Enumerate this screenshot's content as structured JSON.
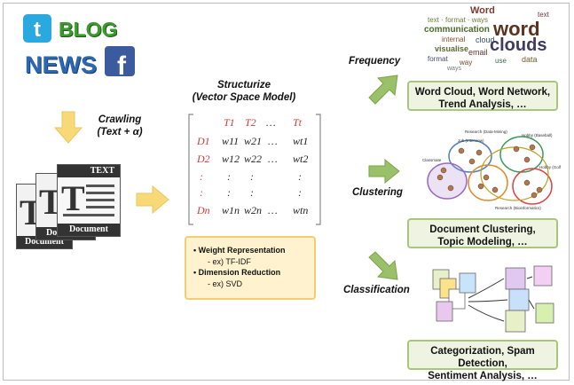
{
  "sources": {
    "blog": "BLOG",
    "news": "NEWS"
  },
  "crawling": {
    "line1": "Crawling",
    "line2": "(Text + α)"
  },
  "documents": {
    "text_tag": "TEXT",
    "labels": [
      "Document",
      "Document",
      "Document"
    ]
  },
  "structurize": {
    "line1": "Structurize",
    "line2": "(Vector Space Model)"
  },
  "matrix": {
    "header": [
      "T1",
      "T2",
      "…",
      "Tt"
    ],
    "rows": [
      {
        "label": "D1",
        "cells": [
          "w11",
          "w21",
          "…",
          "wt1"
        ]
      },
      {
        "label": "D2",
        "cells": [
          "w12",
          "w22",
          "…",
          "wt2"
        ]
      },
      {
        "label": ":",
        "cells": [
          ":",
          ":",
          "",
          ":"
        ]
      },
      {
        "label": ":",
        "cells": [
          ":",
          ":",
          "",
          ":"
        ]
      },
      {
        "label": "Dn",
        "cells": [
          "w1n",
          "w2n",
          "…",
          "wtn"
        ]
      }
    ]
  },
  "processing": {
    "items": [
      {
        "title": "Weight Representation",
        "example": "- ex) TF-IDF"
      },
      {
        "title": "Dimension Reduction",
        "example": "- ex) SVD"
      }
    ]
  },
  "outputs": [
    {
      "label": "Frequency",
      "result": [
        "Word Cloud, Word Network,",
        "Trend Analysis, …"
      ]
    },
    {
      "label": "Clustering",
      "result": [
        "Document Clustering,",
        "Topic Modeling, …"
      ]
    },
    {
      "label": "Classification",
      "result": [
        "Categorization, Spam Detection,",
        "Sentiment Analysis, …"
      ]
    }
  ],
  "wordcloud": {
    "words": [
      "Word",
      "clouds",
      "communication",
      "word",
      "internal",
      "visualise",
      "cloud",
      "email",
      "data",
      "text",
      "ways",
      "format",
      "way",
      "use"
    ]
  },
  "cluster_labels": [
    "Research (Data-Mining)",
    "Hobby (Baseball)",
    "Job (Interview)",
    "Classmate",
    "Hobby (Golf)",
    "Research (Bioinformatics)"
  ],
  "colors": {
    "arrow_yellow": "#f8d978",
    "arrow_green": "#9ac06a",
    "green_box": "#eef4e1",
    "yellow_box": "#fff3cf",
    "matrix_red": "#d23a3a"
  }
}
